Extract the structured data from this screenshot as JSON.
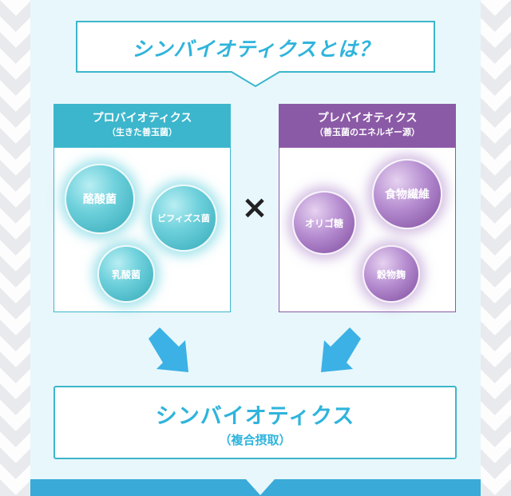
{
  "title": "シンバイオティクスとは？",
  "probiotics": {
    "title": "プロバイオティクス",
    "subtitle": "（生きた善玉菌）",
    "items": [
      "酪酸菌",
      "ビフィズス菌",
      "乳酸菌"
    ]
  },
  "operator": "×",
  "prebiotics": {
    "title": "プレバイオティクス",
    "subtitle": "（善玉菌のエネルギー源）",
    "items": [
      "オリゴ糖",
      "食物繊維",
      "穀物麹"
    ]
  },
  "result": {
    "title": "シンバイオティクス",
    "subtitle": "（複合摂取）"
  },
  "colors": {
    "accent": "#2fb4dc",
    "probiotics": "#3cb6cc",
    "prebiotics": "#8b5aa6",
    "arrow": "#3bb1e6",
    "bar": "#3aaad8"
  }
}
